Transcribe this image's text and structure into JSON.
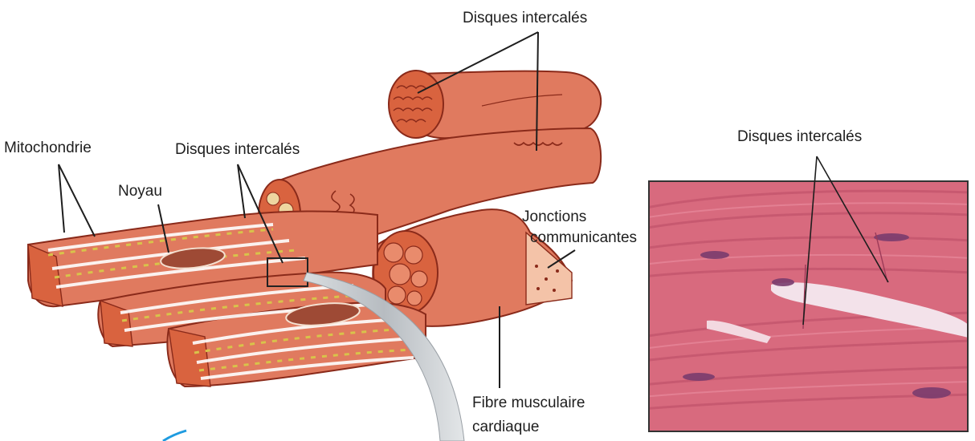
{
  "labels": {
    "top_disques": "Disques intercalés",
    "mitochondrie": "Mitochondrie",
    "mid_disques": "Disques intercalés",
    "noyau": "Noyau",
    "jonctions_line1": "Jonctions",
    "jonctions_line2": "communicantes",
    "micro_disques": "Disques intercalés",
    "fibre_line1": "Fibre musculaire",
    "fibre_line2": "cardiaque"
  },
  "colors": {
    "fiber_fill": "#e07a5f",
    "fiber_dark": "#c8573f",
    "fiber_edge": "#8a2a1a",
    "section_fill": "#d9633f",
    "nucleus": "#9e4a35",
    "mitochondria": "#d8c34a",
    "micrograph_base": "#d86a7e",
    "micrograph_nuclei": "#7a3c6e",
    "accent_stroke": "#1e9be0"
  },
  "icons": {
    "micrograph": "histology-micrograph-image",
    "magnifier_band": "magnifier-callout-icon"
  }
}
